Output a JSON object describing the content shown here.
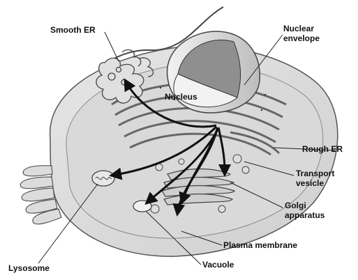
{
  "labels": {
    "smooth_er": "Smooth ER",
    "nuclear_envelope": [
      "Nuclear",
      "envelope"
    ],
    "nucleus": "Nucleus",
    "rough_er": "Rough ER",
    "transport_vesicle": [
      "Transport",
      "vesicle"
    ],
    "golgi_apparatus": [
      "Golgi",
      "apparatus"
    ],
    "plasma_membrane": "Plasma membrane",
    "vacuole": "Vacuole",
    "lysosome": "Lysosome"
  }
}
